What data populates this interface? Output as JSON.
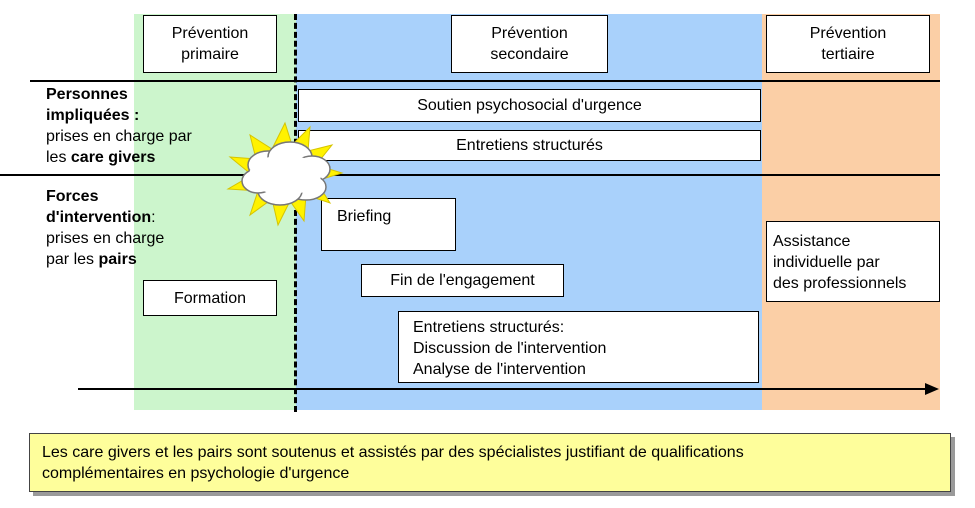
{
  "phases": {
    "primary": {
      "line1": "Prévention",
      "line2": "primaire"
    },
    "secondary": {
      "line1": "Prévention",
      "line2": "secondaire"
    },
    "tertiary": {
      "line1": "Prévention",
      "line2": "tertiaire"
    }
  },
  "rows": {
    "persons": {
      "bold_line1": "Personnes",
      "bold_line2": "impliquées :",
      "line3": "prises en charge par",
      "line4_prefix": "les ",
      "line4_bold": "care givers"
    },
    "forces": {
      "bold_line1": "Forces",
      "bold_line2": "d'intervention",
      "line2_suffix": ":",
      "line3": "prises en charge",
      "line4_prefix": "par les ",
      "line4_bold": "pairs"
    }
  },
  "boxes": {
    "soutien": "Soutien psychosocial d'urgence",
    "entretiens_top": "Entretiens structurés",
    "briefing": "Briefing",
    "fin": "Fin de l'engagement",
    "formation": "Formation",
    "entretiens_detail": {
      "line1": "Entretiens structurés:",
      "line2": "Discussion de l'intervention",
      "line3": "Analyse de l'intervention"
    },
    "assistance": {
      "line1": "Assistance",
      "line2": "individuelle par",
      "line3": "des professionnels"
    }
  },
  "note": {
    "line1": "Les care givers et les pairs sont soutenus et assistés par des spécialistes justifiant de qualifications",
    "line2": "complémentaires en psychologie d'urgence"
  },
  "colors": {
    "primary_zone": "#ccf5cc",
    "secondary_zone": "#a9d1fb",
    "tertiary_zone": "#fbcfa6",
    "note_bg": "#fefe9b"
  }
}
